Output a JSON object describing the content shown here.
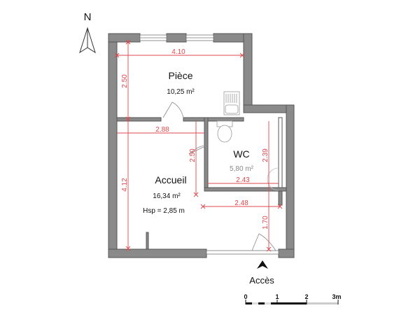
{
  "compass": {
    "label": "N"
  },
  "rooms": [
    {
      "name": "Pièce",
      "area": "10,25 m²"
    },
    {
      "name": "WC",
      "area": "5,80 m²"
    },
    {
      "name": "Accueil",
      "area": "16,34 m²",
      "ceiling_height": "Hsp = 2,85 m"
    }
  ],
  "dimensions": {
    "piece_width": "4.10",
    "piece_depth": "2.50",
    "accueil_width": "2.88",
    "accueil_depth": "4.12",
    "passage": "2.50",
    "wc_width": "2.43",
    "wc_depth": "2.39",
    "hall_width": "2.48",
    "door_width": "1.70"
  },
  "entrance": {
    "label": "Accès"
  },
  "scale_bar": {
    "ticks": [
      "0",
      "1",
      "2",
      "3m"
    ]
  },
  "colors": {
    "wall": "#8a8a8a",
    "wall_stroke": "#555555",
    "dimension": "#e0474c",
    "fixture": "#999999"
  }
}
